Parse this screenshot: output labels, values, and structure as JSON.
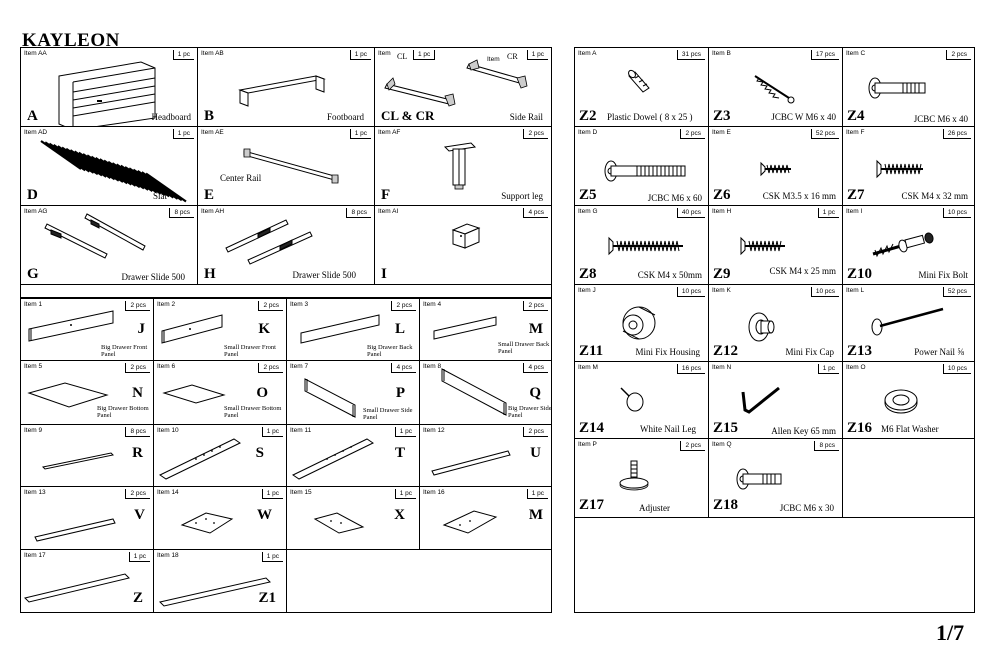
{
  "title": "KAYLEON",
  "page": "1/7",
  "parts": {
    "AA": {
      "item": "Item AA",
      "qty": "1 pc",
      "letter": "A",
      "name": "Headboard"
    },
    "AB": {
      "item": "Item AB",
      "qty": "1 pc",
      "letter": "B",
      "name": "Footboard"
    },
    "CLCR": {
      "item": "Item",
      "cl": "CL",
      "qty1": "1 pc",
      "item2": "Item",
      "cr": "CR",
      "qty2": "1 pc",
      "letter": "CL & CR",
      "name": "Side Rail"
    },
    "AD": {
      "item": "Item AD",
      "qty": "1 pc",
      "letter": "D",
      "name": "Slat"
    },
    "AE": {
      "item": "Item AE",
      "qty": "1 pc",
      "letter": "E",
      "name": "Center Rail"
    },
    "AF": {
      "item": "Item AF",
      "qty": "2 pcs",
      "letter": "F",
      "name": "Support leg"
    },
    "AG": {
      "item": "Item AG",
      "qty": "8 pcs",
      "letter": "G",
      "name": "Drawer Slide 500"
    },
    "AH": {
      "item": "Item AH",
      "qty": "8 pcs",
      "letter": "H",
      "name": "Drawer Slide 500"
    },
    "AI": {
      "item": "Item AI",
      "qty": "4 pcs",
      "letter": "I",
      "name": ""
    },
    "I1": {
      "item": "Item 1",
      "qty": "2 pcs",
      "letter": "J",
      "name": "Big Drawer Front Panel"
    },
    "I2": {
      "item": "Item 2",
      "qty": "2 pcs",
      "letter": "K",
      "name": "Small Drawer Front Panel"
    },
    "I3": {
      "item": "Item 3",
      "qty": "2 pcs",
      "letter": "L",
      "name": "Big Drawer Back Panel"
    },
    "I4": {
      "item": "Item 4",
      "qty": "2 pcs",
      "letter": "M",
      "name": "Small Drawer Back Panel"
    },
    "I5": {
      "item": "Item 5",
      "qty": "2 pcs",
      "letter": "N",
      "name": "Big Drawer Bottom Panel"
    },
    "I6": {
      "item": "Item 6",
      "qty": "2 pcs",
      "letter": "O",
      "name": "Small Drawer Bottom Panel"
    },
    "I7": {
      "item": "Item 7",
      "qty": "4 pcs",
      "letter": "P",
      "name": "Small Drawer Side Panel"
    },
    "I8": {
      "item": "Item 8",
      "qty": "4 pcs",
      "letter": "Q",
      "name": "Big Drawer Side Panel"
    },
    "I9": {
      "item": "Item 9",
      "qty": "8 pcs",
      "letter": "R",
      "name": ""
    },
    "I10": {
      "item": "Item 10",
      "qty": "1 pc",
      "letter": "S",
      "name": ""
    },
    "I11": {
      "item": "Item 11",
      "qty": "1 pc",
      "letter": "T",
      "name": ""
    },
    "I12": {
      "item": "Item 12",
      "qty": "2 pcs",
      "letter": "U",
      "name": ""
    },
    "I13": {
      "item": "Item 13",
      "qty": "2 pcs",
      "letter": "V",
      "name": ""
    },
    "I14": {
      "item": "Item 14",
      "qty": "1 pc",
      "letter": "W",
      "name": ""
    },
    "I15": {
      "item": "Item 15",
      "qty": "1 pc",
      "letter": "X",
      "name": ""
    },
    "I16": {
      "item": "Item 16",
      "qty": "1 pc",
      "letter": "M",
      "name": ""
    },
    "I17": {
      "item": "Item 17",
      "qty": "1 pc",
      "letter": "Z",
      "name": ""
    },
    "I18": {
      "item": "Item 18",
      "qty": "1 pc",
      "letter": "Z1",
      "name": ""
    }
  },
  "hardware": {
    "A": {
      "item": "Item A",
      "qty": "31 pcs",
      "code": "Z2",
      "name": "Plastic Dowel ( 8 x 25 )"
    },
    "B": {
      "item": "Item B",
      "qty": "17 pcs",
      "code": "Z3",
      "name": "JCBC W M6 x 40"
    },
    "C": {
      "item": "Item C",
      "qty": "2 pcs",
      "code": "Z4",
      "name": "JCBC M6 x 40"
    },
    "D": {
      "item": "Item D",
      "qty": "2 pcs",
      "code": "Z5",
      "name": "JCBC M6 x 60"
    },
    "E": {
      "item": "Item E",
      "qty": "52 pcs",
      "code": "Z6",
      "name": "CSK M3.5 x 16 mm"
    },
    "F": {
      "item": "Item F",
      "qty": "26 pcs",
      "code": "Z7",
      "name": "CSK M4 x 32 mm"
    },
    "G": {
      "item": "Item G",
      "qty": "40 pcs",
      "code": "Z8",
      "name": "CSK M4 x 50mm"
    },
    "H": {
      "item": "Item H",
      "qty": "1 pc",
      "code": "Z9",
      "name": "CSK M4 x 25 mm"
    },
    "I": {
      "item": "Item I",
      "qty": "10 pcs",
      "code": "Z10",
      "name": "Mini Fix Bolt"
    },
    "J": {
      "item": "Item J",
      "qty": "10 pcs",
      "code": "Z11",
      "name": "Mini Fix Housing"
    },
    "K": {
      "item": "Item K",
      "qty": "10 pcs",
      "code": "Z12",
      "name": "Mini Fix Cap"
    },
    "L": {
      "item": "Item L",
      "qty": "52 pcs",
      "code": "Z13",
      "name": "Power Nail ⅝"
    },
    "M": {
      "item": "Item M",
      "qty": "16 pcs",
      "code": "Z14",
      "name": "White Nail Leg"
    },
    "N": {
      "item": "Item N",
      "qty": "1 pc",
      "code": "Z15",
      "name": "Allen Key 65 mm"
    },
    "O": {
      "item": "Item O",
      "qty": "10 pcs",
      "code": "Z16",
      "name": "M6 Flat Washer"
    },
    "P": {
      "item": "Item P",
      "qty": "2 pcs",
      "code": "Z17",
      "name": "Adjuster"
    },
    "Q": {
      "item": "Item Q",
      "qty": "8 pcs",
      "code": "Z18",
      "name": "JCBC M6 x 30"
    }
  }
}
